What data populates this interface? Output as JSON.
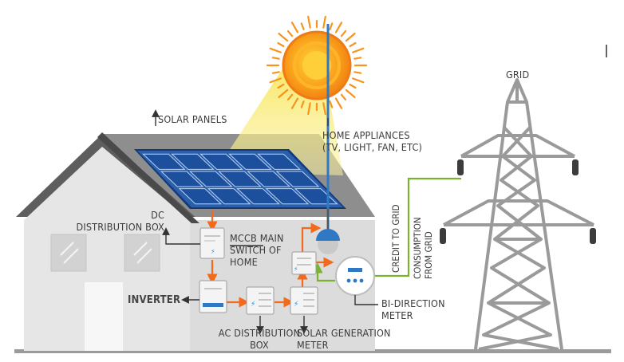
{
  "labels": {
    "solar_panels": "SOLAR PANELS",
    "home_appliances_1": "HOME APPLIANCES",
    "home_appliances_2": "(TV, LIGHT, FAN, ETC)",
    "dc_box_1": "DC",
    "dc_box_2": "DISTRIBUTION BOX",
    "mccb_1": "MCCB MAIN",
    "mccb_2": "SWITCH OF",
    "mccb_3": "HOME",
    "inverter": "INVERTER",
    "ac_box_1": "AC DISTRIBUTION",
    "ac_box_2": "BOX",
    "solar_meter_1": "SOLAR GENERATION",
    "solar_meter_2": "METER",
    "bidir_1": "BI-DIRECTION",
    "bidir_2": "METER",
    "grid": "GRID",
    "credit": "CREDIT TO GRID",
    "consumption_1": "CONSUMPTION",
    "consumption_2": "FROM GRID"
  },
  "colors": {
    "house_wall": "#e3e3e3",
    "roof": "#8e8e8e",
    "panel": "#1f5fb0",
    "sun": "#f7941d",
    "flow_orange": "#f26a1b",
    "flow_green": "#7ab32e",
    "tower": "#9a9a9a"
  },
  "icons": [
    "sun-icon",
    "solar-panel-icon",
    "house-icon",
    "inverter-icon",
    "meter-icon",
    "lamp-icon",
    "transmission-tower-icon"
  ]
}
